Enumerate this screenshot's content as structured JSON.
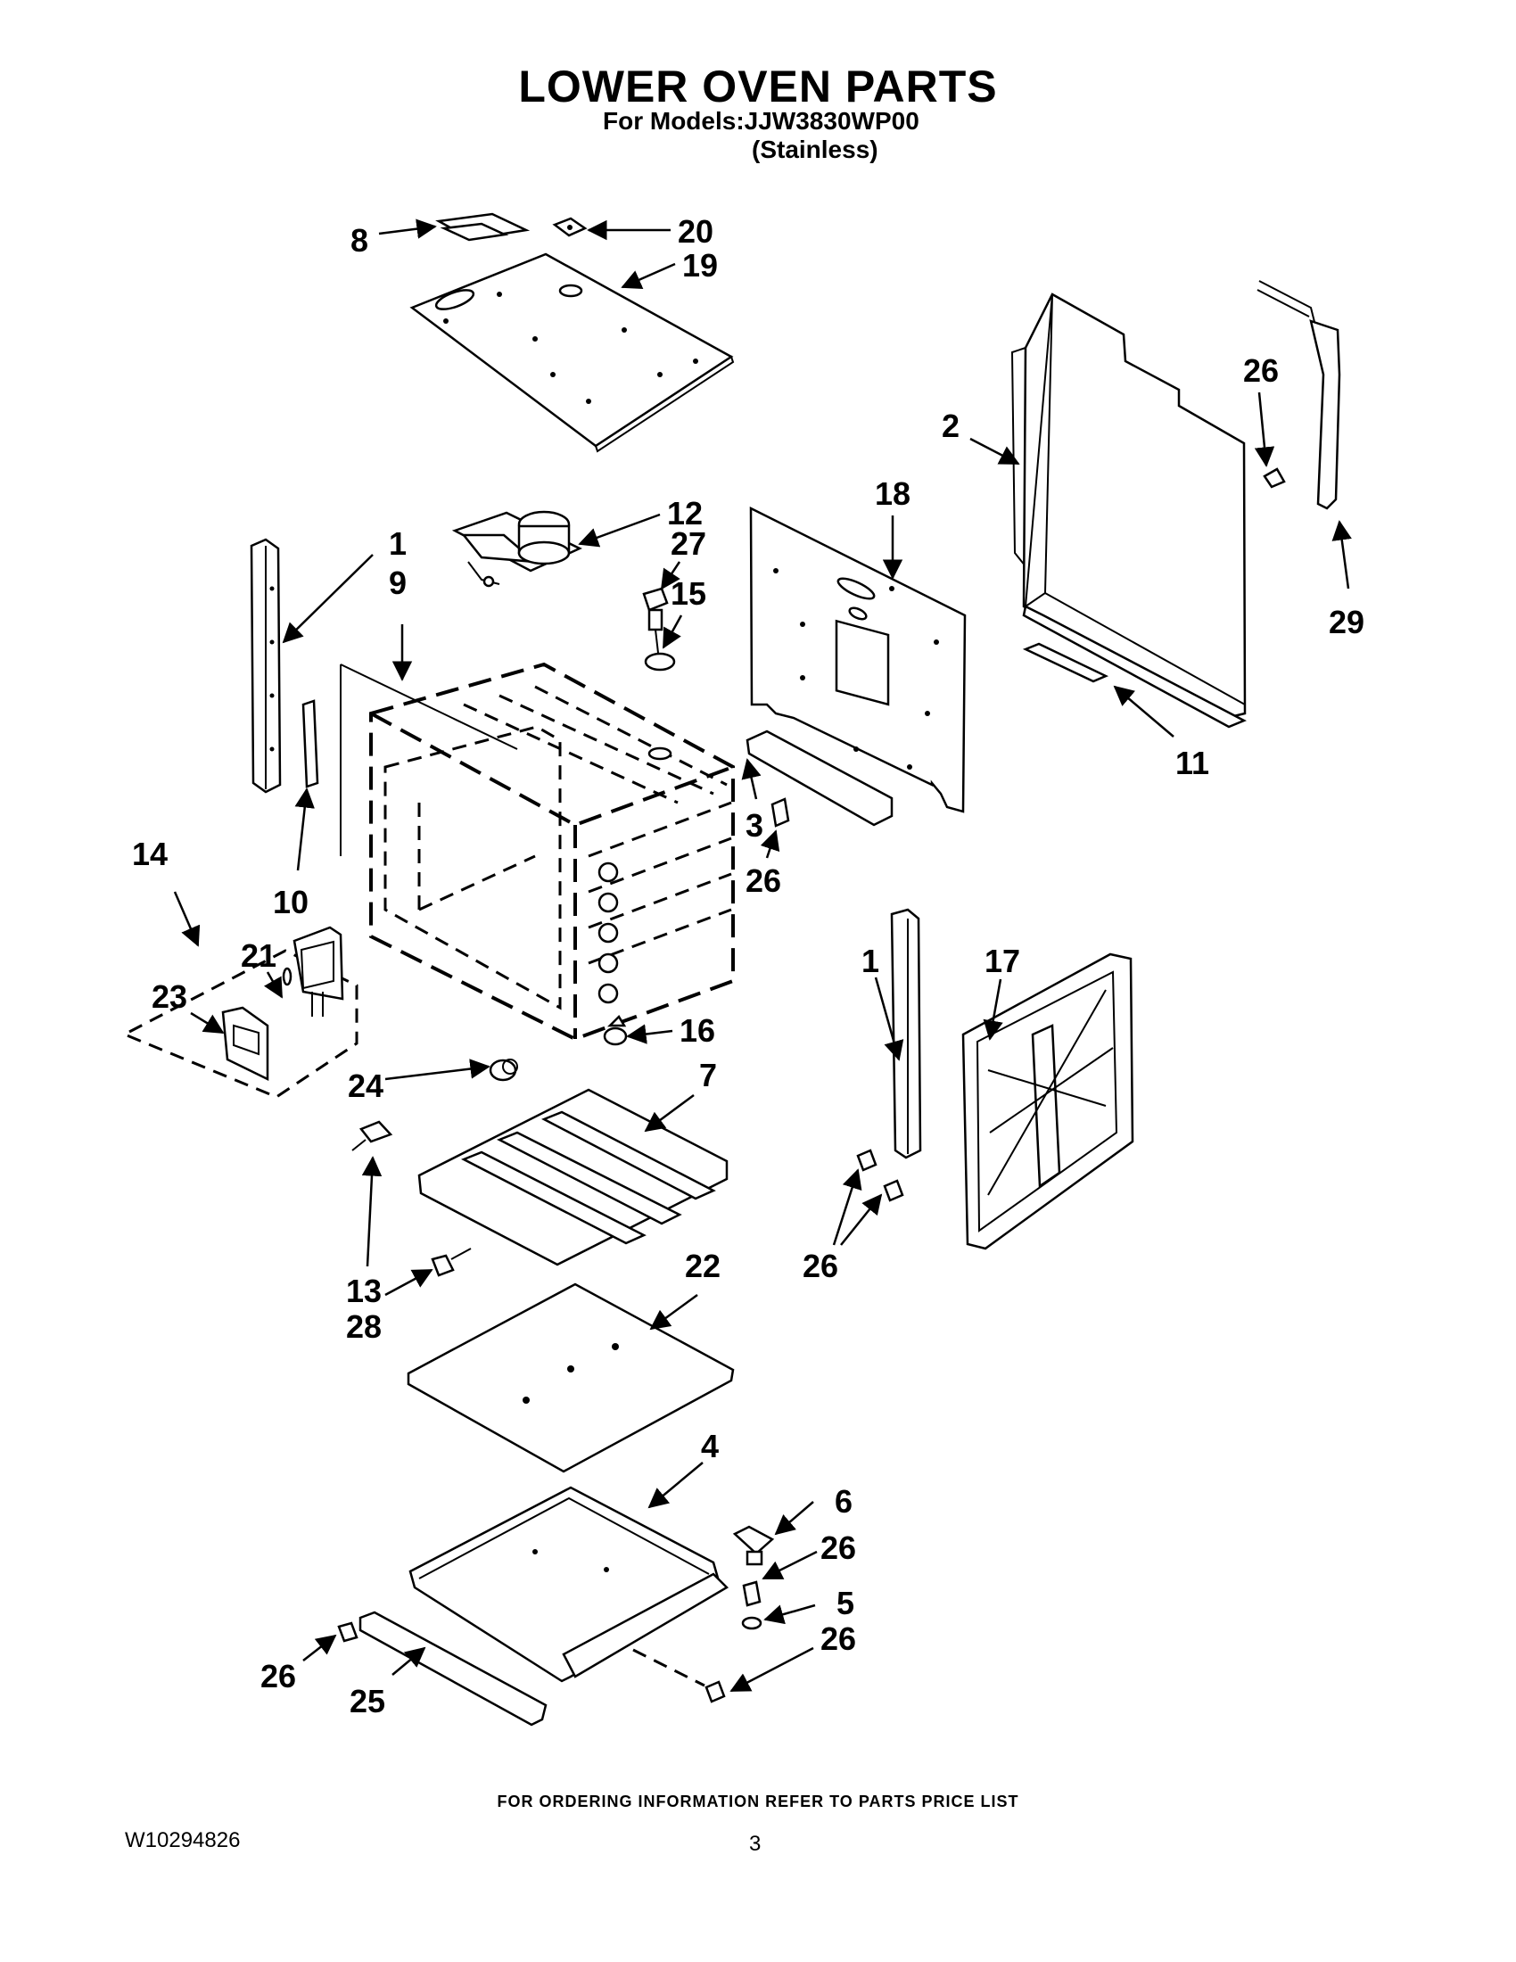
{
  "header": {
    "title": "LOWER OVEN PARTS",
    "models_line": "For Models:JJW3830WP00",
    "finish_line": "(Stainless)"
  },
  "callouts": [
    {
      "id": "c8",
      "label": "8"
    },
    {
      "id": "c20",
      "label": "20"
    },
    {
      "id": "c19",
      "label": "19"
    },
    {
      "id": "c26a",
      "label": "26"
    },
    {
      "id": "c2",
      "label": "2"
    },
    {
      "id": "c18",
      "label": "18"
    },
    {
      "id": "c12",
      "label": "12"
    },
    {
      "id": "c27",
      "label": "27"
    },
    {
      "id": "c15",
      "label": "15"
    },
    {
      "id": "c1a",
      "label": "1"
    },
    {
      "id": "c9",
      "label": "9"
    },
    {
      "id": "c29",
      "label": "29"
    },
    {
      "id": "c11",
      "label": "11"
    },
    {
      "id": "c3",
      "label": "3"
    },
    {
      "id": "c26b",
      "label": "26"
    },
    {
      "id": "c14",
      "label": "14"
    },
    {
      "id": "c10",
      "label": "10"
    },
    {
      "id": "c21",
      "label": "21"
    },
    {
      "id": "c23",
      "label": "23"
    },
    {
      "id": "c1b",
      "label": "1"
    },
    {
      "id": "c17",
      "label": "17"
    },
    {
      "id": "c16",
      "label": "16"
    },
    {
      "id": "c24",
      "label": "24"
    },
    {
      "id": "c7",
      "label": "7"
    },
    {
      "id": "c26c",
      "label": "26"
    },
    {
      "id": "c13",
      "label": "13"
    },
    {
      "id": "c28",
      "label": "28"
    },
    {
      "id": "c22",
      "label": "22"
    },
    {
      "id": "c4",
      "label": "4"
    },
    {
      "id": "c6",
      "label": "6"
    },
    {
      "id": "c26d",
      "label": "26"
    },
    {
      "id": "c5",
      "label": "5"
    },
    {
      "id": "c26e",
      "label": "26"
    },
    {
      "id": "c26f",
      "label": "26"
    },
    {
      "id": "c25",
      "label": "25"
    }
  ],
  "footer": {
    "ordering_note": "FOR ORDERING INFORMATION REFER TO PARTS PRICE LIST",
    "document_number": "W10294826",
    "page_number": "3"
  }
}
